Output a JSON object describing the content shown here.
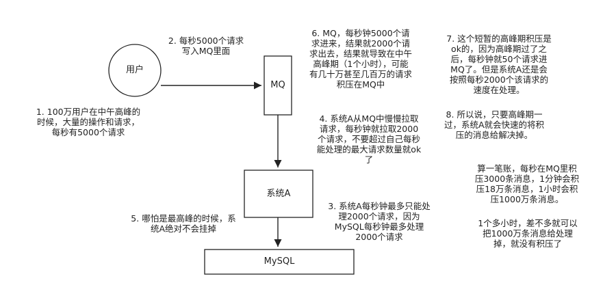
{
  "diagram": {
    "nodes": {
      "user": "用户",
      "mq": "MQ",
      "system_a": "系统A",
      "mysql": "MySQL"
    },
    "notes": {
      "note1": "1. 100万用户在中午高峰的\n时候，大量的操作和请求，\n每秒有5000个请求",
      "note2": "2. 每秒5000个请求\n写入MQ里面",
      "note3": "3. 系统A每秒钟最多只能处\n理2000个请求，因为\nMySQL每秒钟最多处理\n2000个请求",
      "note4": "4. 系统A从MQ中慢慢拉取\n请求，每秒钟就拉取2000\n个请求，不要超过自己每秒\n能处理的最大请求数量就ok\n了",
      "note5": "5. 哪怕是最高峰的时候，系\n统A绝对不会挂掉",
      "note6": "6. MQ，每秒钟5000个请\n求进来，结果就2000个请\n求出去，结果就导致在中午\n高峰期（1个小时），可能\n有几十万甚至几百万的请求\n积压在MQ中",
      "note7": "7. 这个短暂的高峰期积压是\nok的，因为高峰期过了之\n后，每秒钟就50个请求进\nMQ了。但是系统A还是会\n按照每秒2000个该请求的\n速度在处理。",
      "note8": "8. 所以说，只要高峰期一\n过，系统A就会快速的将积\n压的消息给解决掉。",
      "calc1": "算一笔账，每秒在MQ里积\n压3000条消息，1分钟会积\n压18万条消息，1小时会积\n压1000万条消息。",
      "calc2": "1个多小时，差不多就可以\n把1000万条消息给处理\n掉，就没有积压了"
    },
    "colors": {
      "stroke": "#222222",
      "background": "#ffffff"
    }
  }
}
